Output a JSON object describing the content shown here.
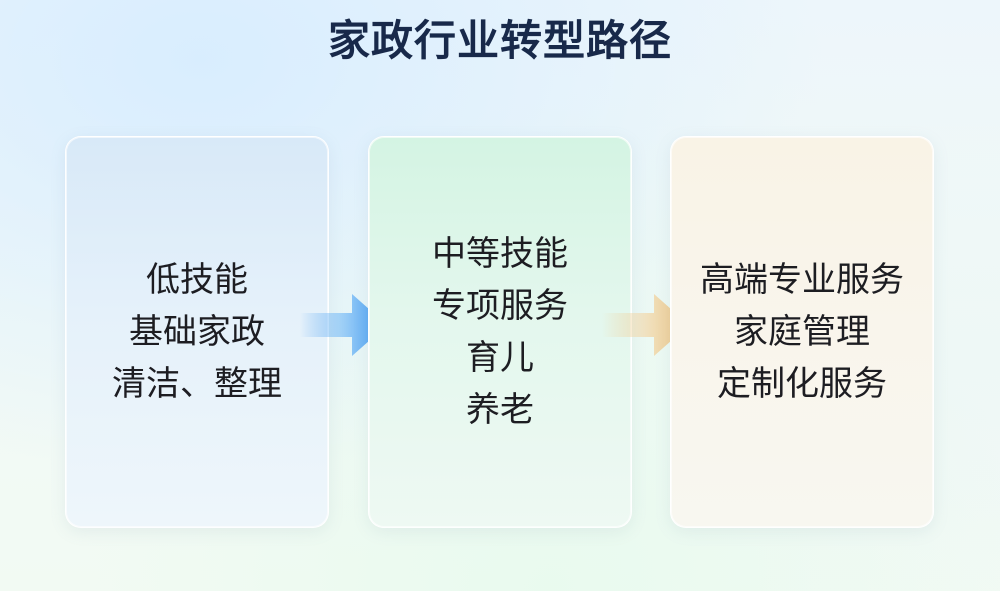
{
  "title": "家政行业转型路径",
  "stages": [
    {
      "lines": [
        "低技能",
        "基础家政",
        "清洁、整理"
      ]
    },
    {
      "lines": [
        "中等技能",
        "专项服务",
        "育儿",
        "养老"
      ]
    },
    {
      "lines": [
        "高端专业服务",
        "家庭管理",
        "定制化服务"
      ]
    }
  ],
  "colors": {
    "title": "#18294a",
    "text": "#1d1d22",
    "arrow_1": "#2f8ff0",
    "arrow_2": "#f0c684"
  },
  "icons": [
    "arrow-right-icon",
    "arrow-right-icon"
  ]
}
